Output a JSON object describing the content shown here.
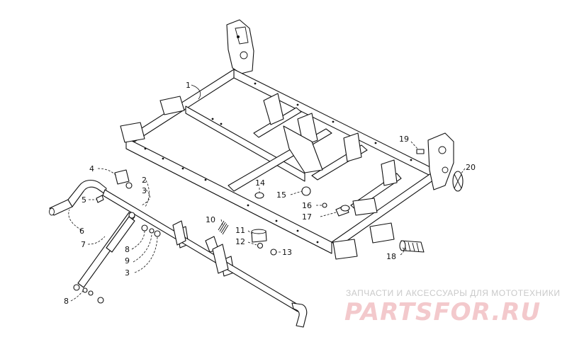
{
  "callouts": [
    {
      "id": "1",
      "label": "1"
    },
    {
      "id": "2",
      "label": "2"
    },
    {
      "id": "3a",
      "label": "3"
    },
    {
      "id": "3b",
      "label": "3"
    },
    {
      "id": "4",
      "label": "4"
    },
    {
      "id": "5",
      "label": "5"
    },
    {
      "id": "6",
      "label": "6"
    },
    {
      "id": "7",
      "label": "7"
    },
    {
      "id": "8a",
      "label": "8"
    },
    {
      "id": "8b",
      "label": "8"
    },
    {
      "id": "9",
      "label": "9"
    },
    {
      "id": "10",
      "label": "10"
    },
    {
      "id": "11",
      "label": "11"
    },
    {
      "id": "12",
      "label": "12"
    },
    {
      "id": "13",
      "label": "13"
    },
    {
      "id": "14",
      "label": "14"
    },
    {
      "id": "15",
      "label": "15"
    },
    {
      "id": "16",
      "label": "16"
    },
    {
      "id": "17",
      "label": "17"
    },
    {
      "id": "18",
      "label": "18"
    },
    {
      "id": "19",
      "label": "19"
    },
    {
      "id": "20",
      "label": "20"
    }
  ],
  "watermark": {
    "tagline": "ЗАПЧАСТИ И АКСЕССУАРЫ ДЛЯ МОТОТЕХНИКИ",
    "logo": "PARTSFOR.RU"
  }
}
